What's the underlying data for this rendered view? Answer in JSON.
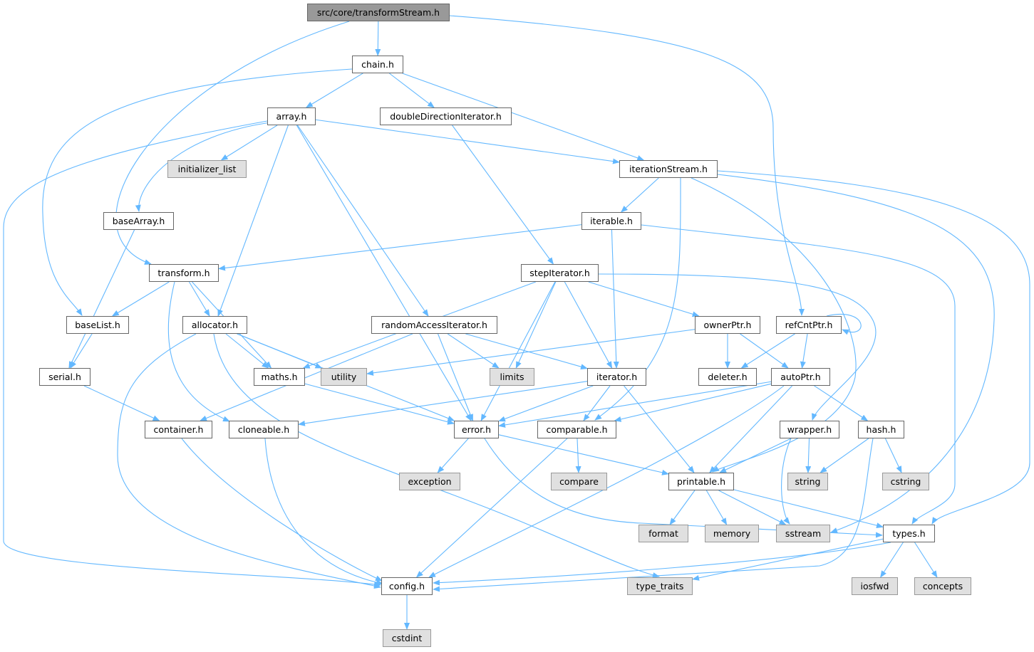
{
  "graph": {
    "edge_color": "#63b8ff",
    "nodes": [
      {
        "id": "transformStream",
        "label": "src/core/transformStream.h",
        "kind": "root"
      },
      {
        "id": "chain",
        "label": "chain.h",
        "kind": "file"
      },
      {
        "id": "array",
        "label": "array.h",
        "kind": "file"
      },
      {
        "id": "doubleDirectionIterator",
        "label": "doubleDirectionIterator.h",
        "kind": "file"
      },
      {
        "id": "initializer_list",
        "label": "initializer_list",
        "kind": "ext"
      },
      {
        "id": "iterationStream",
        "label": "iterationStream.h",
        "kind": "file"
      },
      {
        "id": "baseArray",
        "label": "baseArray.h",
        "kind": "file"
      },
      {
        "id": "iterable",
        "label": "iterable.h",
        "kind": "file"
      },
      {
        "id": "transform",
        "label": "transform.h",
        "kind": "file"
      },
      {
        "id": "stepIterator",
        "label": "stepIterator.h",
        "kind": "file"
      },
      {
        "id": "baseList",
        "label": "baseList.h",
        "kind": "file"
      },
      {
        "id": "allocator",
        "label": "allocator.h",
        "kind": "file"
      },
      {
        "id": "randomAccessIterator",
        "label": "randomAccessIterator.h",
        "kind": "file"
      },
      {
        "id": "ownerPtr",
        "label": "ownerPtr.h",
        "kind": "file"
      },
      {
        "id": "refCntPtr",
        "label": "refCntPtr.h",
        "kind": "file"
      },
      {
        "id": "serial",
        "label": "serial.h",
        "kind": "file"
      },
      {
        "id": "maths",
        "label": "maths.h",
        "kind": "file"
      },
      {
        "id": "utility",
        "label": "utility",
        "kind": "ext"
      },
      {
        "id": "limits",
        "label": "limits",
        "kind": "ext"
      },
      {
        "id": "iterator",
        "label": "iterator.h",
        "kind": "file"
      },
      {
        "id": "deleter",
        "label": "deleter.h",
        "kind": "file"
      },
      {
        "id": "autoPtr",
        "label": "autoPtr.h",
        "kind": "file"
      },
      {
        "id": "container",
        "label": "container.h",
        "kind": "file"
      },
      {
        "id": "cloneable",
        "label": "cloneable.h",
        "kind": "file"
      },
      {
        "id": "error",
        "label": "error.h",
        "kind": "file"
      },
      {
        "id": "comparable",
        "label": "comparable.h",
        "kind": "file"
      },
      {
        "id": "wrapper",
        "label": "wrapper.h",
        "kind": "file"
      },
      {
        "id": "hash",
        "label": "hash.h",
        "kind": "file"
      },
      {
        "id": "exception",
        "label": "exception",
        "kind": "ext"
      },
      {
        "id": "compare",
        "label": "compare",
        "kind": "ext"
      },
      {
        "id": "printable",
        "label": "printable.h",
        "kind": "file"
      },
      {
        "id": "string",
        "label": "string",
        "kind": "ext"
      },
      {
        "id": "cstring",
        "label": "cstring",
        "kind": "ext"
      },
      {
        "id": "format",
        "label": "format",
        "kind": "ext"
      },
      {
        "id": "memory",
        "label": "memory",
        "kind": "ext"
      },
      {
        "id": "sstream",
        "label": "sstream",
        "kind": "ext"
      },
      {
        "id": "types",
        "label": "types.h",
        "kind": "file"
      },
      {
        "id": "config",
        "label": "config.h",
        "kind": "file"
      },
      {
        "id": "type_traits",
        "label": "type_traits",
        "kind": "ext"
      },
      {
        "id": "iosfwd",
        "label": "iosfwd",
        "kind": "ext"
      },
      {
        "id": "concepts",
        "label": "concepts",
        "kind": "ext"
      },
      {
        "id": "cstdint",
        "label": "cstdint",
        "kind": "ext"
      }
    ],
    "edges": [
      [
        "transformStream",
        "chain"
      ],
      [
        "transformStream",
        "transform"
      ],
      [
        "transformStream",
        "refCntPtr"
      ],
      [
        "chain",
        "array"
      ],
      [
        "chain",
        "doubleDirectionIterator"
      ],
      [
        "chain",
        "iterationStream"
      ],
      [
        "chain",
        "baseList"
      ],
      [
        "array",
        "initializer_list"
      ],
      [
        "array",
        "iterationStream"
      ],
      [
        "array",
        "baseArray"
      ],
      [
        "array",
        "allocator"
      ],
      [
        "array",
        "error"
      ],
      [
        "array",
        "randomAccessIterator"
      ],
      [
        "array",
        "config"
      ],
      [
        "doubleDirectionIterator",
        "stepIterator"
      ],
      [
        "iterationStream",
        "iterable"
      ],
      [
        "iterationStream",
        "comparable"
      ],
      [
        "iterationStream",
        "printable"
      ],
      [
        "iterationStream",
        "sstream"
      ],
      [
        "iterationStream",
        "types"
      ],
      [
        "baseArray",
        "serial"
      ],
      [
        "iterable",
        "transform"
      ],
      [
        "iterable",
        "iterator"
      ],
      [
        "iterable",
        "types"
      ],
      [
        "transform",
        "baseList"
      ],
      [
        "transform",
        "allocator"
      ],
      [
        "transform",
        "maths"
      ],
      [
        "transform",
        "cloneable"
      ],
      [
        "stepIterator",
        "maths"
      ],
      [
        "stepIterator",
        "limits"
      ],
      [
        "stepIterator",
        "error"
      ],
      [
        "stepIterator",
        "iterator"
      ],
      [
        "stepIterator",
        "ownerPtr"
      ],
      [
        "stepIterator",
        "wrapper"
      ],
      [
        "baseList",
        "serial"
      ],
      [
        "allocator",
        "maths"
      ],
      [
        "allocator",
        "utility"
      ],
      [
        "allocator",
        "error"
      ],
      [
        "allocator",
        "config"
      ],
      [
        "allocator",
        "type_traits"
      ],
      [
        "randomAccessIterator",
        "limits"
      ],
      [
        "randomAccessIterator",
        "iterator"
      ],
      [
        "randomAccessIterator",
        "error"
      ],
      [
        "randomAccessIterator",
        "container"
      ],
      [
        "ownerPtr",
        "utility"
      ],
      [
        "ownerPtr",
        "deleter"
      ],
      [
        "ownerPtr",
        "autoPtr"
      ],
      [
        "refCntPtr",
        "refCntPtr"
      ],
      [
        "refCntPtr",
        "deleter"
      ],
      [
        "refCntPtr",
        "autoPtr"
      ],
      [
        "serial",
        "container"
      ],
      [
        "maths",
        "error"
      ],
      [
        "iterator",
        "cloneable"
      ],
      [
        "iterator",
        "error"
      ],
      [
        "iterator",
        "comparable"
      ],
      [
        "iterator",
        "printable"
      ],
      [
        "autoPtr",
        "error"
      ],
      [
        "autoPtr",
        "comparable"
      ],
      [
        "autoPtr",
        "printable"
      ],
      [
        "autoPtr",
        "config"
      ],
      [
        "autoPtr",
        "hash"
      ],
      [
        "container",
        "config"
      ],
      [
        "cloneable",
        "config"
      ],
      [
        "error",
        "exception"
      ],
      [
        "error",
        "printable"
      ],
      [
        "error",
        "types"
      ],
      [
        "comparable",
        "compare"
      ],
      [
        "comparable",
        "config"
      ],
      [
        "wrapper",
        "printable"
      ],
      [
        "wrapper",
        "string"
      ],
      [
        "wrapper",
        "sstream"
      ],
      [
        "hash",
        "string"
      ],
      [
        "hash",
        "cstring"
      ],
      [
        "hash",
        "config"
      ],
      [
        "printable",
        "format"
      ],
      [
        "printable",
        "memory"
      ],
      [
        "printable",
        "sstream"
      ],
      [
        "printable",
        "types"
      ],
      [
        "types",
        "iosfwd"
      ],
      [
        "types",
        "concepts"
      ],
      [
        "types",
        "config"
      ],
      [
        "types",
        "type_traits"
      ],
      [
        "config",
        "cstdint"
      ]
    ]
  }
}
